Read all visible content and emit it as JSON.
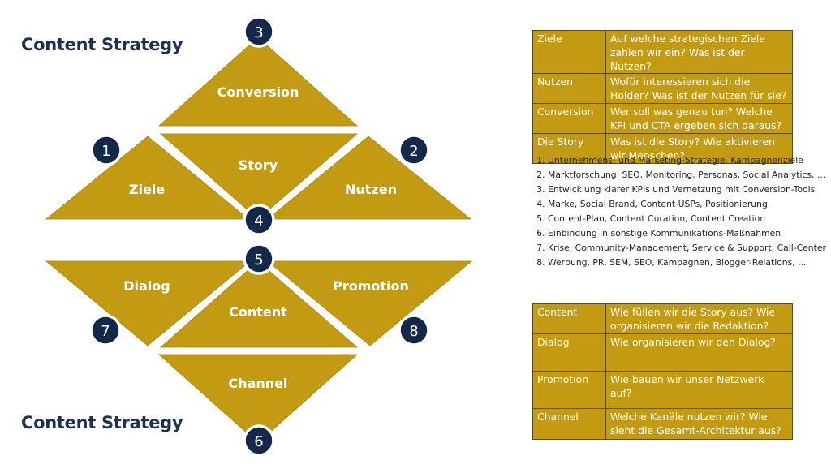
{
  "headings": {
    "top": "Content Strategy",
    "bottom": "Content Strategy"
  },
  "colors": {
    "triangle": "#c29b13",
    "badge": "#14284a",
    "heading": "#1d3150"
  },
  "triangles": [
    {
      "id": "conversion",
      "label": "Conversion"
    },
    {
      "id": "story",
      "label": "Story"
    },
    {
      "id": "ziele",
      "label": "Ziele"
    },
    {
      "id": "nutzen",
      "label": "Nutzen"
    },
    {
      "id": "dialog",
      "label": "Dialog"
    },
    {
      "id": "content",
      "label": "Content"
    },
    {
      "id": "promotion",
      "label": "Promotion"
    },
    {
      "id": "channel",
      "label": "Channel"
    }
  ],
  "badges": [
    "3",
    "1",
    "2",
    "4",
    "5",
    "7",
    "8",
    "6"
  ],
  "table_top": [
    {
      "key": "Ziele",
      "value": "Auf welche strategischen Ziele zahlen wir ein? Was ist der Nutzen?"
    },
    {
      "key": "Nutzen",
      "value": "Wofür interessieren sich die Holder? Was ist der Nutzen für sie?"
    },
    {
      "key": "Conversion",
      "value": "Wer soll was genau tun? Welche KPI und CTA ergeben sich daraus?"
    },
    {
      "key": "Die Story",
      "value": "Was ist die Story? Wie aktivieren wir Menschen?"
    }
  ],
  "steps": [
    "Unternehmens- und Marketing-Strategie, Kampagnenziele",
    "Marktforschung, SEO, Monitoring, Personas, Social Analytics, ...",
    "Entwicklung klarer KPIs und Vernetzung mit Conversion-Tools",
    "Marke, Social Brand, Content USPs, Positionierung",
    "Content-Plan, Content Curation, Content Creation",
    "Einbindung in sonstige Kommunikations-Maßnahmen",
    "Krise, Community-Management, Service & Support, Call-Center",
    "Werbung, PR, SEM, SEO, Kampagnen, Blogger-Relations, ..."
  ],
  "table_bottom": [
    {
      "key": "Content",
      "value": "Wie füllen wir die Story aus? Wie organisieren wir die Redaktion?"
    },
    {
      "key": "Dialog",
      "value": "Wie organisieren wir den Dialog?"
    },
    {
      "key": "Promotion",
      "value": "Wie bauen wir unser Netzwerk auf?"
    },
    {
      "key": "Channel",
      "value": "Welche Kanäle nutzen wir? Wie sieht die Gesamt-Architektur aus?"
    }
  ]
}
